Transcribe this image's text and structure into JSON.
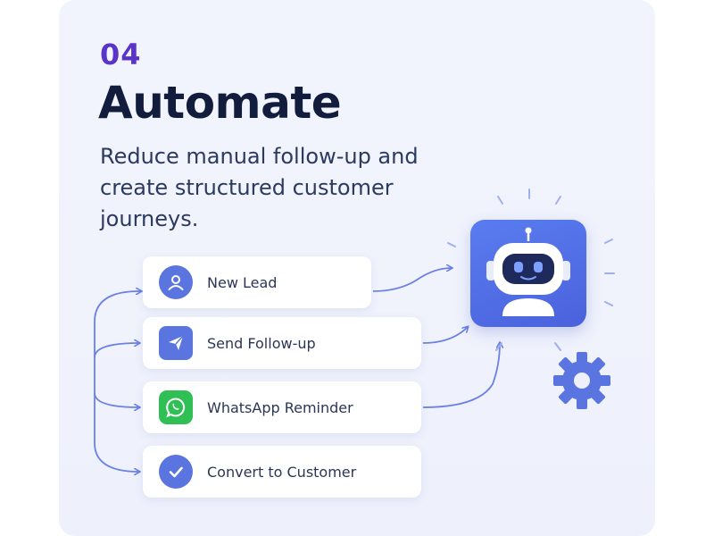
{
  "step": {
    "number": "04"
  },
  "headline": {
    "title": "Automate"
  },
  "description": {
    "line1": "Reduce manual follow-up and",
    "line2": "create structured customer",
    "line3": "journeys."
  },
  "steps": [
    {
      "label": "New Lead",
      "icon": "user-icon"
    },
    {
      "label": "Send Follow-up",
      "icon": "paper-plane-icon"
    },
    {
      "label": "WhatsApp Reminder",
      "icon": "whatsapp-icon"
    },
    {
      "label": "Convert to Customer",
      "icon": "checkmark-icon"
    }
  ],
  "illustration": {
    "robot": "robot-icon",
    "gear": "gear-icon"
  },
  "colors": {
    "accent": "#5a74e0",
    "number": "#5a34c8",
    "title": "#121c3d",
    "whatsapp": "#2fbf55",
    "background": "#f0f3fd"
  }
}
